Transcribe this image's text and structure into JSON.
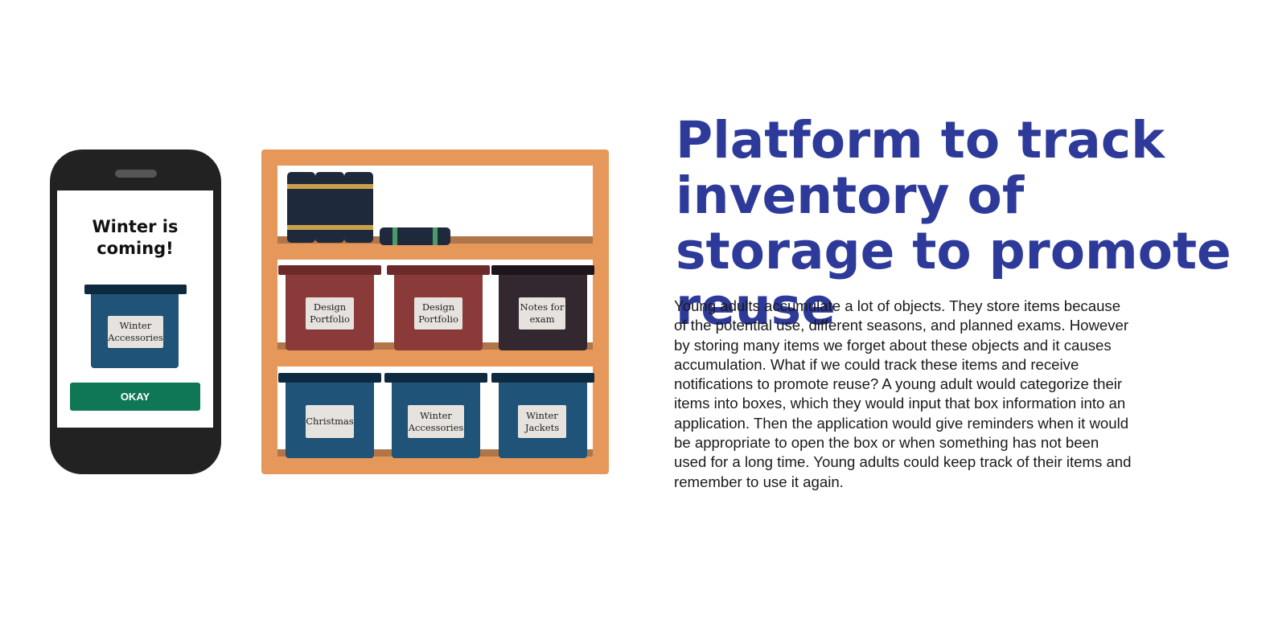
{
  "phone": {
    "title": "Winter is\ncoming!",
    "box_label": "Winter\nAccessories",
    "okay_label": "OKAY"
  },
  "shelf": {
    "row2_labels": [
      "Design\nPortfolio",
      "Design\nPortfolio",
      "Notes for\nexam"
    ],
    "row3_labels": [
      "Christmas",
      "Winter\nAccessories",
      "Winter\nJackets"
    ]
  },
  "content": {
    "headline": "Platform to track inventory of storage to promote reuse",
    "body": "Young adults accumulate a lot of objects. They store items because of the potential use, different seasons, and planned exams. However by storing many items we forget about these objects and it causes accumulation. What if we could track these items and receive notifications to promote reuse? A young adult would categorize their items into boxes, which they would input that box information into an application. Then the application would give reminders when it would be appropriate to open the box or when something has not been used for a long time. Young adults could keep track of their items and remember to use it again."
  },
  "colors": {
    "headline": "#2e3a9a",
    "okay_button": "#0f7656",
    "shelf_wood": "#e6985a",
    "blue_box": "#1f5377",
    "red_box": "#8b3a3a",
    "dark_box": "#332730"
  }
}
